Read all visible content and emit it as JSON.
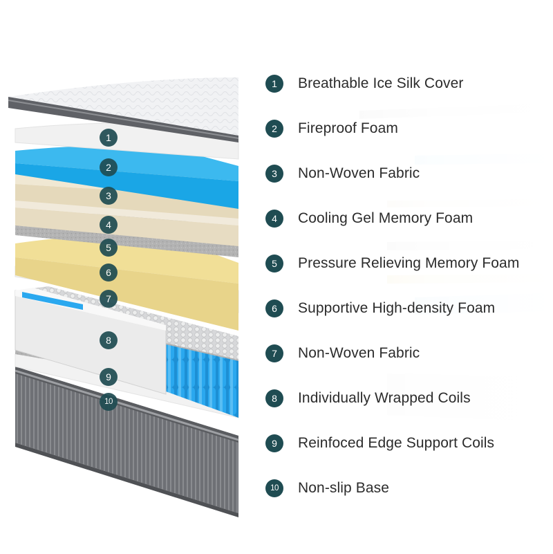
{
  "layers": [
    {
      "number": "1",
      "label": "Breathable Ice Silk Cover"
    },
    {
      "number": "2",
      "label": "Fireproof Foam"
    },
    {
      "number": "3",
      "label": "Non-Woven Fabric"
    },
    {
      "number": "4",
      "label": "Cooling Gel Memory Foam"
    },
    {
      "number": "5",
      "label": "Pressure Relieving Memory Foam"
    },
    {
      "number": "6",
      "label": "Supportive High-density Foam"
    },
    {
      "number": "7",
      "label": "Non-Woven Fabric"
    },
    {
      "number": "8",
      "label": "Individually Wrapped Coils"
    },
    {
      "number": "9",
      "label": "Reinfoced Edge Support Coils"
    },
    {
      "number": "10",
      "label": "Non-slip Base"
    }
  ],
  "colors": {
    "badge": "#1f4c52",
    "cooling_blue": "#1aa6e6",
    "cream": "#efe7cf",
    "yellow_foam": "#f1df97",
    "grey_fabric": "#b9b9b9",
    "base_grey": "#6f7074"
  }
}
